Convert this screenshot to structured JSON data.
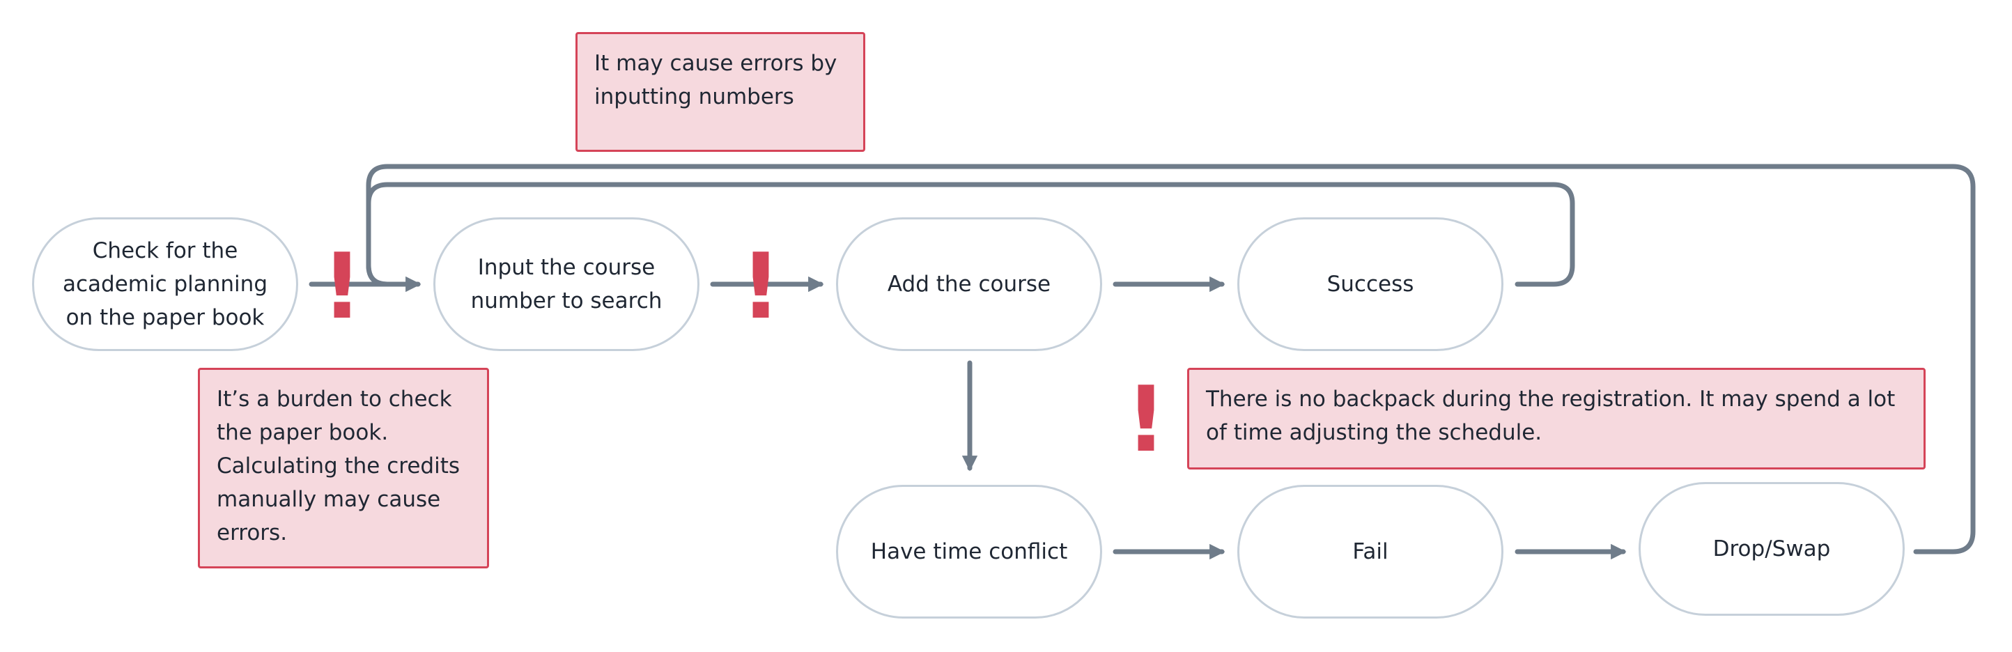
{
  "nodes": {
    "check_paper_book": "Check for the academic planning on the paper book",
    "input_course_number": "Input the course number to search",
    "add_course": "Add the course",
    "success": "Success",
    "time_conflict": "Have time conflict",
    "fail": "Fail",
    "drop_swap": "Drop/Swap"
  },
  "notes": {
    "input_errors": "It may cause errors by inputting numbers",
    "paper_book_burden": "It’s a burden to check the paper book. Calculating the credits manually may cause errors.",
    "no_backpack": "There is no backpack during the registration. It may spend a lot of time adjusting the schedule."
  },
  "alerts": {
    "symbol": "!"
  },
  "colors": {
    "connector": "#6f7c8a",
    "node_border": "#c6d0da",
    "note_fill": "#f6d9de",
    "note_border": "#d54458",
    "alert": "#d54458"
  }
}
